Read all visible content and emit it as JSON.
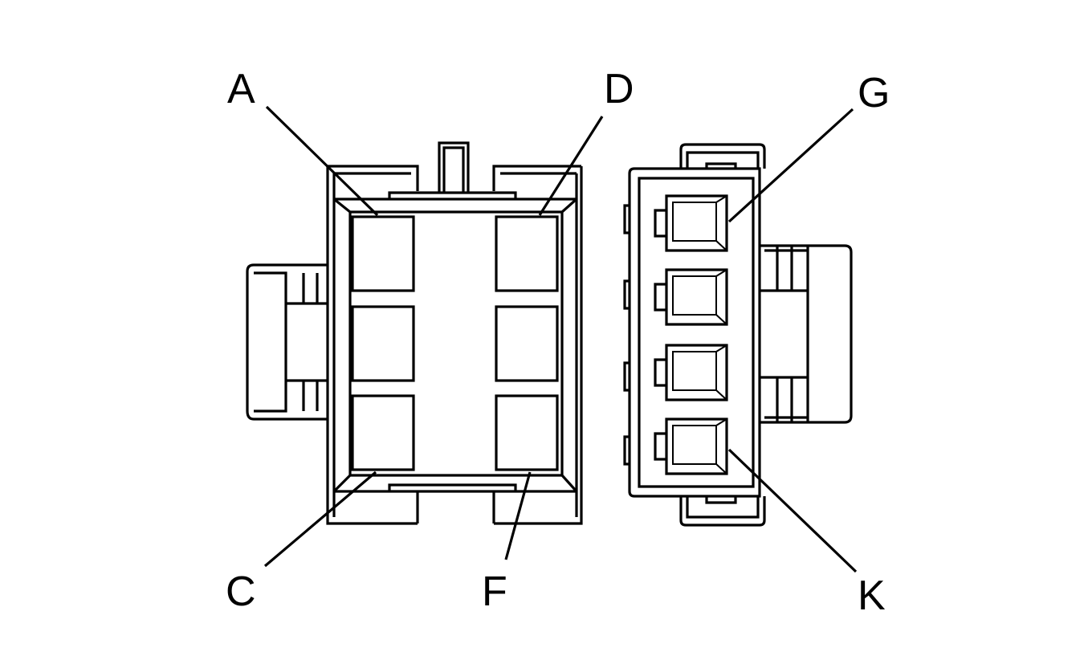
{
  "labels": {
    "A": "A",
    "C": "C",
    "D": "D",
    "F": "F",
    "G": "G",
    "K": "K"
  },
  "colors": {
    "stroke": "#000000",
    "background": "#ffffff"
  }
}
